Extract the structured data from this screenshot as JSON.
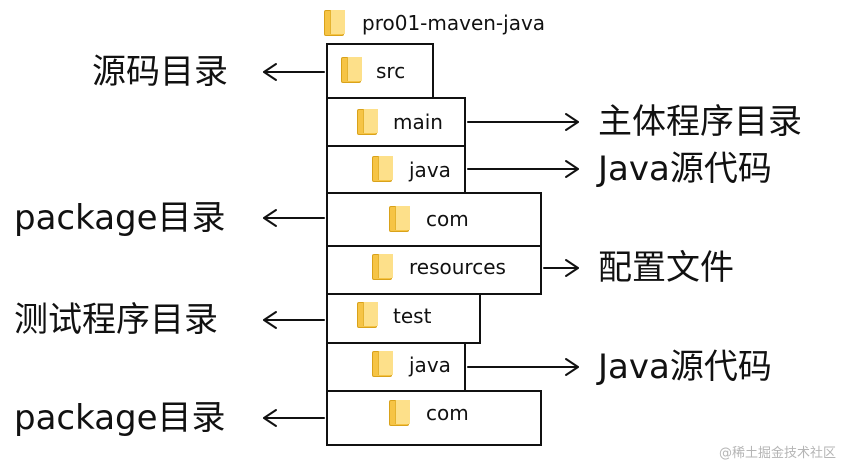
{
  "root": {
    "label": "pro01-maven-java"
  },
  "folders": [
    {
      "id": "src",
      "label": "src"
    },
    {
      "id": "main",
      "label": "main"
    },
    {
      "id": "main-java",
      "label": "java"
    },
    {
      "id": "main-com",
      "label": "com"
    },
    {
      "id": "resources",
      "label": "resources"
    },
    {
      "id": "test",
      "label": "test"
    },
    {
      "id": "test-java",
      "label": "java"
    },
    {
      "id": "test-com",
      "label": "com"
    }
  ],
  "annotations": {
    "src": "源码目录",
    "main": "主体程序目录",
    "main_java": "Java源代码",
    "main_com": "package目录",
    "resources": "配置文件",
    "test": "测试程序目录",
    "test_java": "Java源代码",
    "test_com": "package目录"
  },
  "watermark": "@稀土掘金技术社区",
  "colors": {
    "folder": "#f6c445",
    "line": "#111111"
  }
}
